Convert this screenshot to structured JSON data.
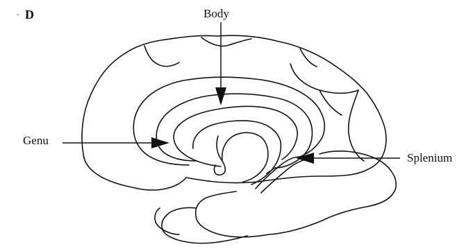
{
  "figure": {
    "panel_letter": "D",
    "corner_mark": "·",
    "labels": {
      "body": "Body",
      "genu": "Genu",
      "splenium": "Splenium"
    }
  },
  "colors": {
    "ink": "#111111",
    "background": "#ffffff"
  }
}
